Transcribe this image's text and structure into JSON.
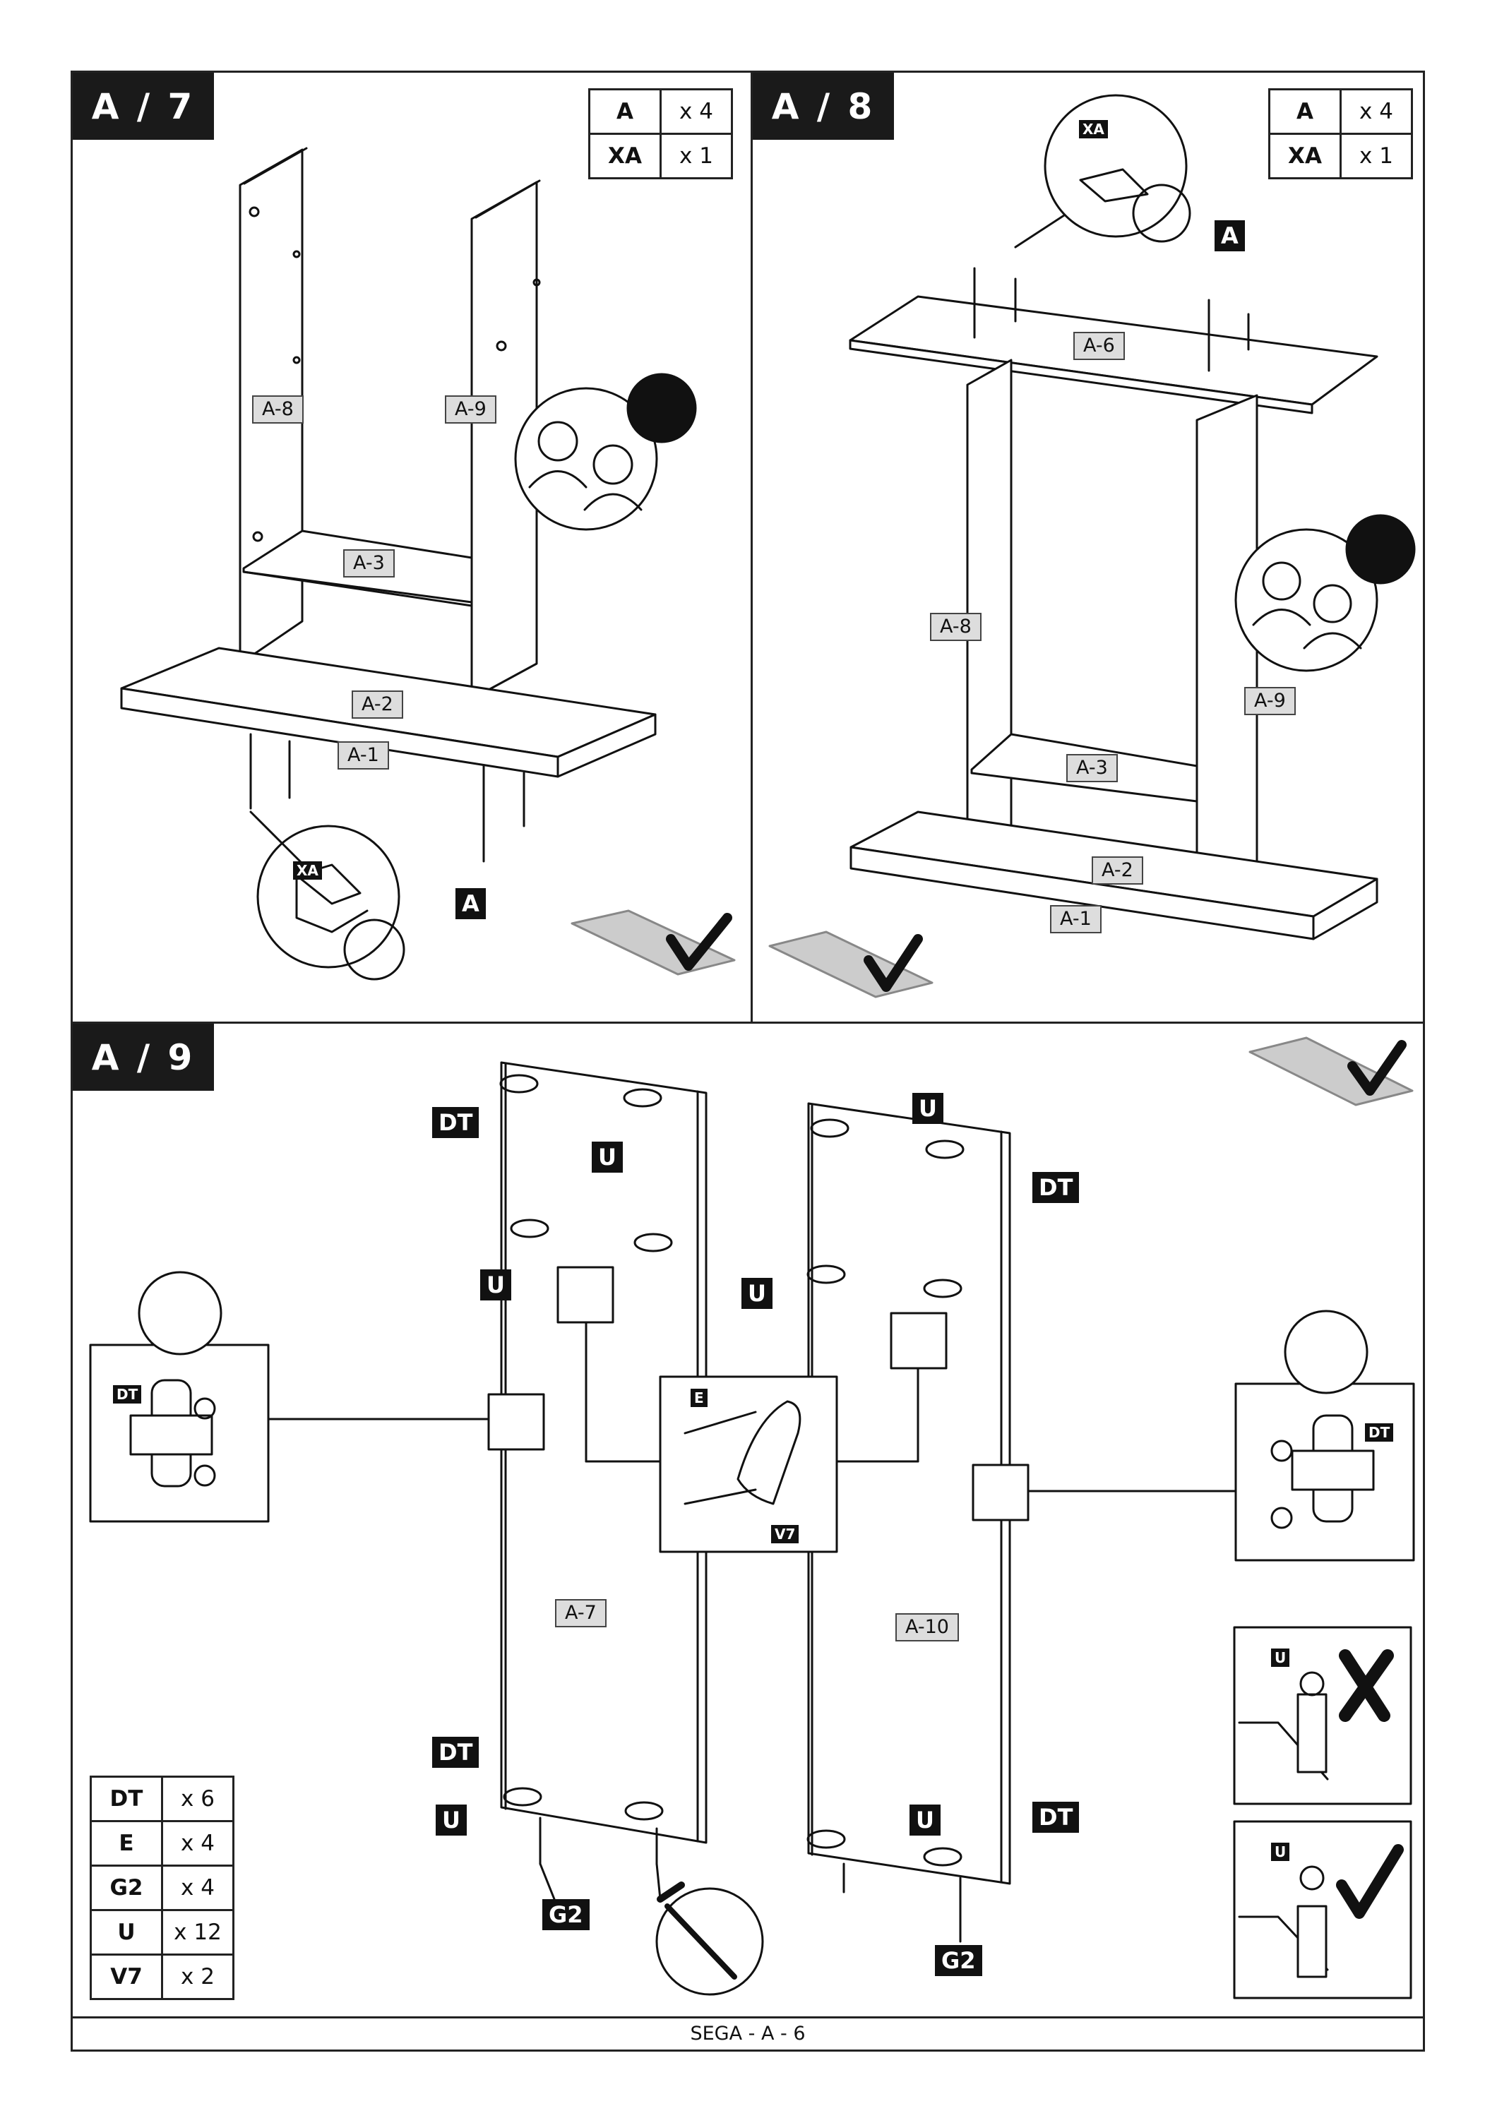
{
  "steps": [
    {
      "tag": "A / 7",
      "table": [
        {
          "part": "A",
          "qty": "x 4"
        },
        {
          "part": "XA",
          "qty": "x 1"
        }
      ]
    },
    {
      "tag": "A / 8",
      "table": [
        {
          "part": "A",
          "qty": "x 4"
        },
        {
          "part": "XA",
          "qty": "x 1"
        }
      ]
    },
    {
      "tag": "A / 9"
    }
  ],
  "parts_table_a9": [
    {
      "part": "DT",
      "qty": "x 6"
    },
    {
      "part": "E",
      "qty": "x 4"
    },
    {
      "part": "G2",
      "qty": "x 4"
    },
    {
      "part": "U",
      "qty": "x 12"
    },
    {
      "part": "V7",
      "qty": "x 2"
    }
  ],
  "panel_labels": {
    "a7": [
      "A-8",
      "A-9",
      "A-3",
      "A-2",
      "A-1"
    ],
    "a8": [
      "A-6",
      "A-8",
      "A-9",
      "A-3",
      "A-2",
      "A-1"
    ],
    "a9": [
      "A-7",
      "A-10"
    ]
  },
  "hardware_tags": {
    "a": "A",
    "xa": "XA",
    "dt": "DT",
    "u": "U",
    "g2": "G2",
    "e": "E",
    "v7": "V7"
  },
  "footer": "SEGA - A - 6"
}
